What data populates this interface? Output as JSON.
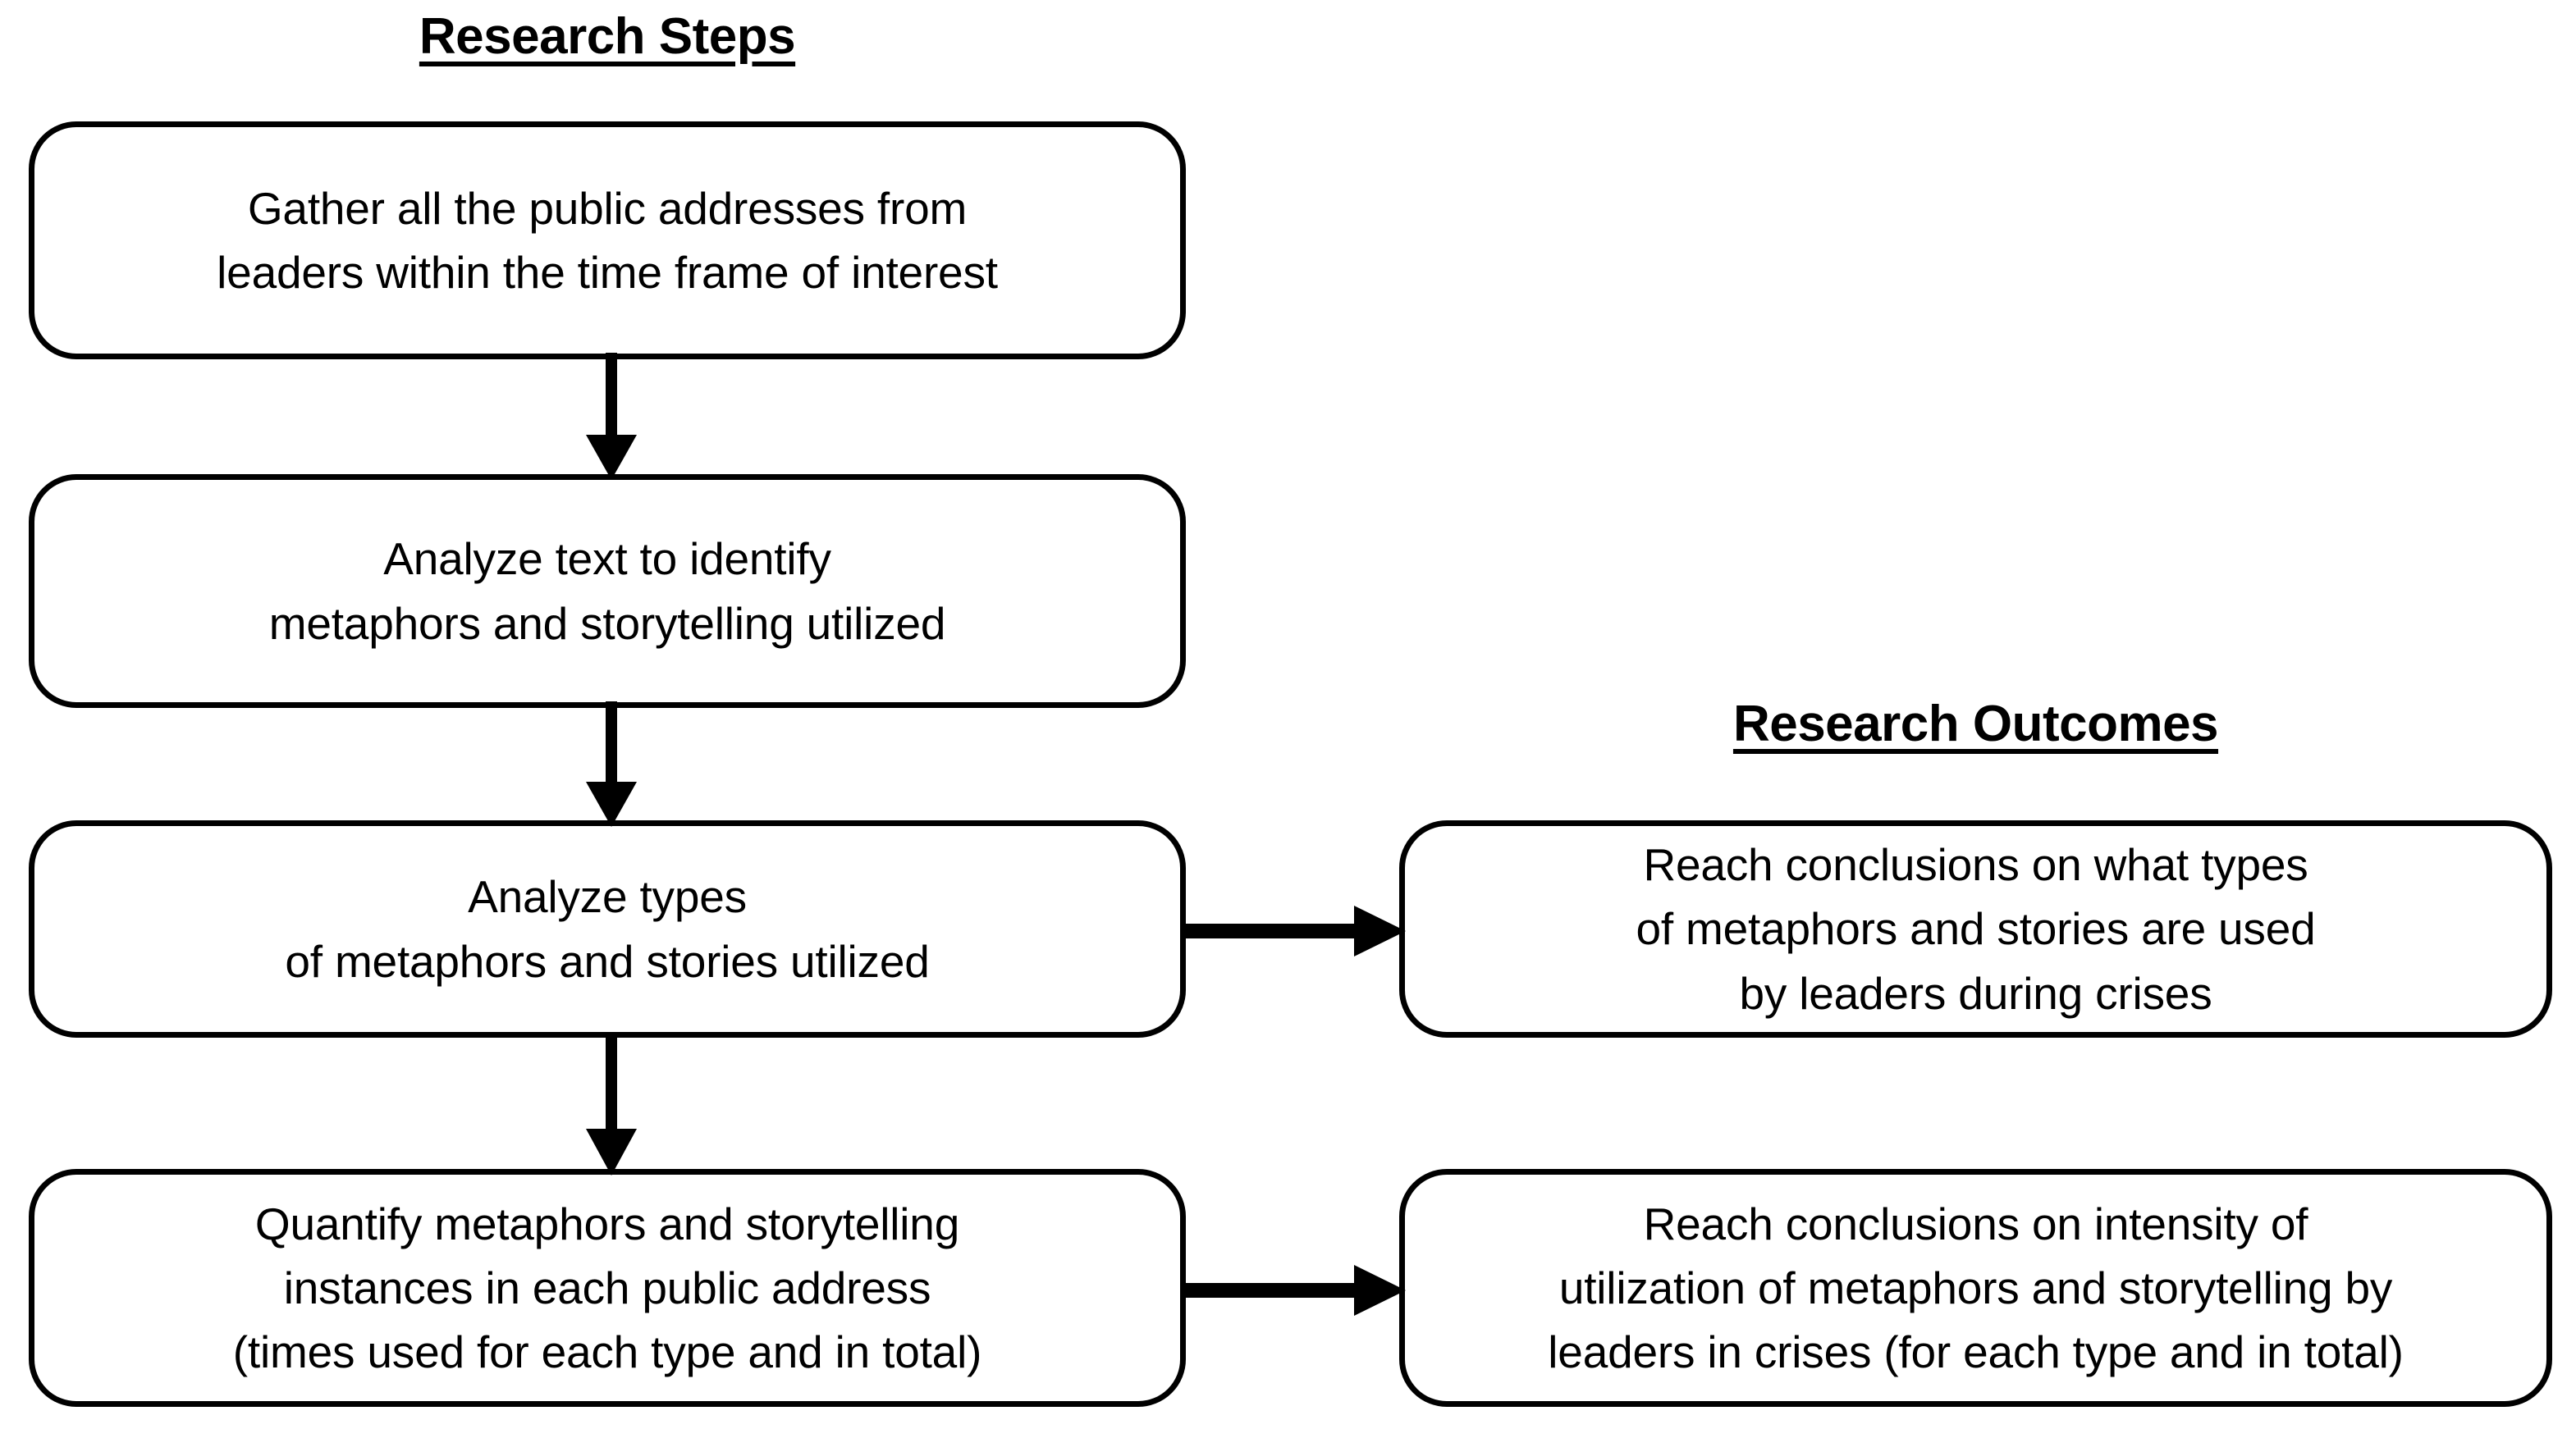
{
  "diagram": {
    "title_left": "Research Steps",
    "title_right": "Research Outcomes",
    "accent_color": "#000000",
    "background_color": "#ffffff",
    "columns": [
      {
        "name": "Research Steps",
        "nodes": [
          {
            "id": "gather",
            "text": "Gather all the public addresses from\nleaders within the time frame of interest"
          },
          {
            "id": "analyze-text",
            "text": "Analyze text to identify\nmetaphors and storytelling utilized"
          },
          {
            "id": "analyze-types",
            "text": "Analyze types\nof metaphors and stories utilized"
          },
          {
            "id": "quantify",
            "text": "Quantify metaphors and storytelling\ninstances in each public address\n(times used for each type and in total)"
          }
        ]
      },
      {
        "name": "Research Outcomes",
        "nodes": [
          {
            "id": "outcome-types",
            "text": "Reach conclusions on what types\nof metaphors and stories are used\nby leaders during crises"
          },
          {
            "id": "outcome-intensity",
            "text": "Reach conclusions on intensity of\nutilization of metaphors and storytelling by\nleaders in crises (for each type and in total)"
          }
        ]
      }
    ],
    "connectors": [
      {
        "id": "gather-to-analyze-text",
        "from": "gather",
        "to": "analyze-text",
        "direction": "down"
      },
      {
        "id": "analyze-text-to-types",
        "from": "analyze-text",
        "to": "analyze-types",
        "direction": "down"
      },
      {
        "id": "types-to-quantify",
        "from": "analyze-types",
        "to": "quantify",
        "direction": "down"
      },
      {
        "id": "types-to-outcome-types",
        "from": "analyze-types",
        "to": "outcome-types",
        "direction": "right"
      },
      {
        "id": "quantify-to-intensity",
        "from": "quantify",
        "to": "outcome-intensity",
        "direction": "right"
      }
    ]
  }
}
